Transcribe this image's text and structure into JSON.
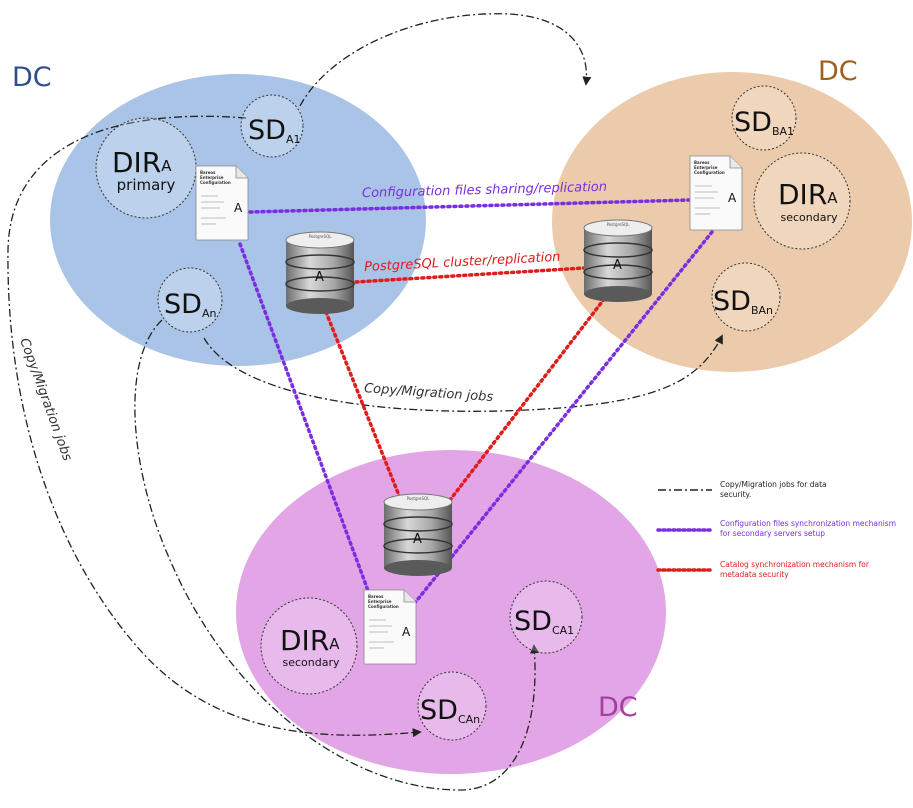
{
  "datacenters": [
    {
      "id": "dc-a",
      "label": "DC",
      "color": "#2e4f8a",
      "fill": "#a9c4e6"
    },
    {
      "id": "dc-b",
      "label": "DC",
      "color": "#a0601c",
      "fill": "#ebcbab"
    },
    {
      "id": "dc-c",
      "label": "DC",
      "color": "#a53ca0",
      "fill": "#e2a6e6"
    }
  ],
  "storage_daemons": [
    {
      "id": "sd-a1",
      "main": "SD",
      "sub": "A1"
    },
    {
      "id": "sd-an",
      "main": "SD",
      "sub": "An"
    },
    {
      "id": "sd-ba1",
      "main": "SD",
      "sub": "BA1"
    },
    {
      "id": "sd-ban",
      "main": "SD",
      "sub": "BAn"
    },
    {
      "id": "sd-ca1",
      "main": "SD",
      "sub": "CA1"
    },
    {
      "id": "sd-can",
      "main": "SD",
      "sub": "CAn"
    }
  ],
  "directors": [
    {
      "id": "dir-primary",
      "main": "DIR",
      "sub": "A",
      "role": "primary"
    },
    {
      "id": "dir-secondary-b",
      "main": "DIR",
      "sub": "A",
      "role": "secondary"
    },
    {
      "id": "dir-secondary-c",
      "main": "DIR",
      "sub": "A",
      "role": "secondary"
    }
  ],
  "config_docs": {
    "title_line1": "Bareos",
    "title_line2": "Enterprise",
    "title_line3": "Configuration",
    "letter": "A"
  },
  "databases": {
    "tag": "PostgreSQL",
    "letter": "A"
  },
  "line_labels": {
    "config_sharing": "Configuration files sharing/replication",
    "pg_cluster": "PostgreSQL cluster/replication",
    "copy_migration_middle": "Copy/Migration jobs",
    "copy_migration_left": "Copy/Migration jobs"
  },
  "legend": [
    {
      "style": "dashdot",
      "color": "#222222",
      "line1": "Copy/Migration jobs for data",
      "line2": "security."
    },
    {
      "style": "dotted",
      "color": "#7a2ee0",
      "line1": "Configuration files synchronization mechanism",
      "line2": "for secondary servers setup"
    },
    {
      "style": "dotted",
      "color": "#e01c1c",
      "line1": "Catalog synchronization mechanism for",
      "line2": "metadata security"
    }
  ],
  "colors": {
    "config_line": "#7a2ee0",
    "catalog_line": "#e01c1c",
    "copy_line": "#222222",
    "node_fill": "rgba(255,255,255,0.22)"
  }
}
